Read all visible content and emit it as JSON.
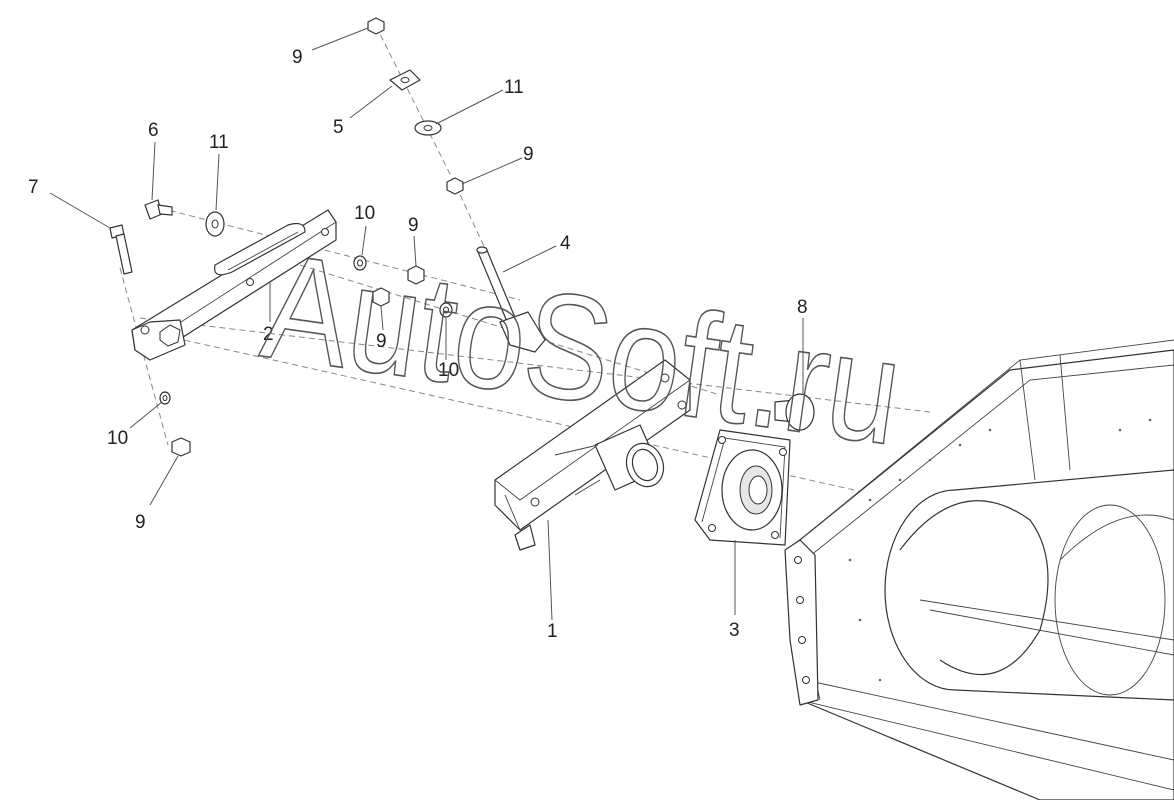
{
  "watermark": "AutoSoft.ru",
  "callouts": [
    {
      "id": "c9a",
      "label": "9"
    },
    {
      "id": "c5",
      "label": "5"
    },
    {
      "id": "c11a",
      "label": "11"
    },
    {
      "id": "c9b",
      "label": "9"
    },
    {
      "id": "c6",
      "label": "6"
    },
    {
      "id": "c11b",
      "label": "11"
    },
    {
      "id": "c7",
      "label": "7"
    },
    {
      "id": "c10a",
      "label": "10"
    },
    {
      "id": "c9c",
      "label": "9"
    },
    {
      "id": "c4",
      "label": "4"
    },
    {
      "id": "c2",
      "label": "2"
    },
    {
      "id": "c9d",
      "label": "9"
    },
    {
      "id": "c10b",
      "label": "10"
    },
    {
      "id": "c8",
      "label": "8"
    },
    {
      "id": "c10c",
      "label": "10"
    },
    {
      "id": "c9e",
      "label": "9"
    },
    {
      "id": "c1",
      "label": "1"
    },
    {
      "id": "c3",
      "label": "3"
    }
  ]
}
